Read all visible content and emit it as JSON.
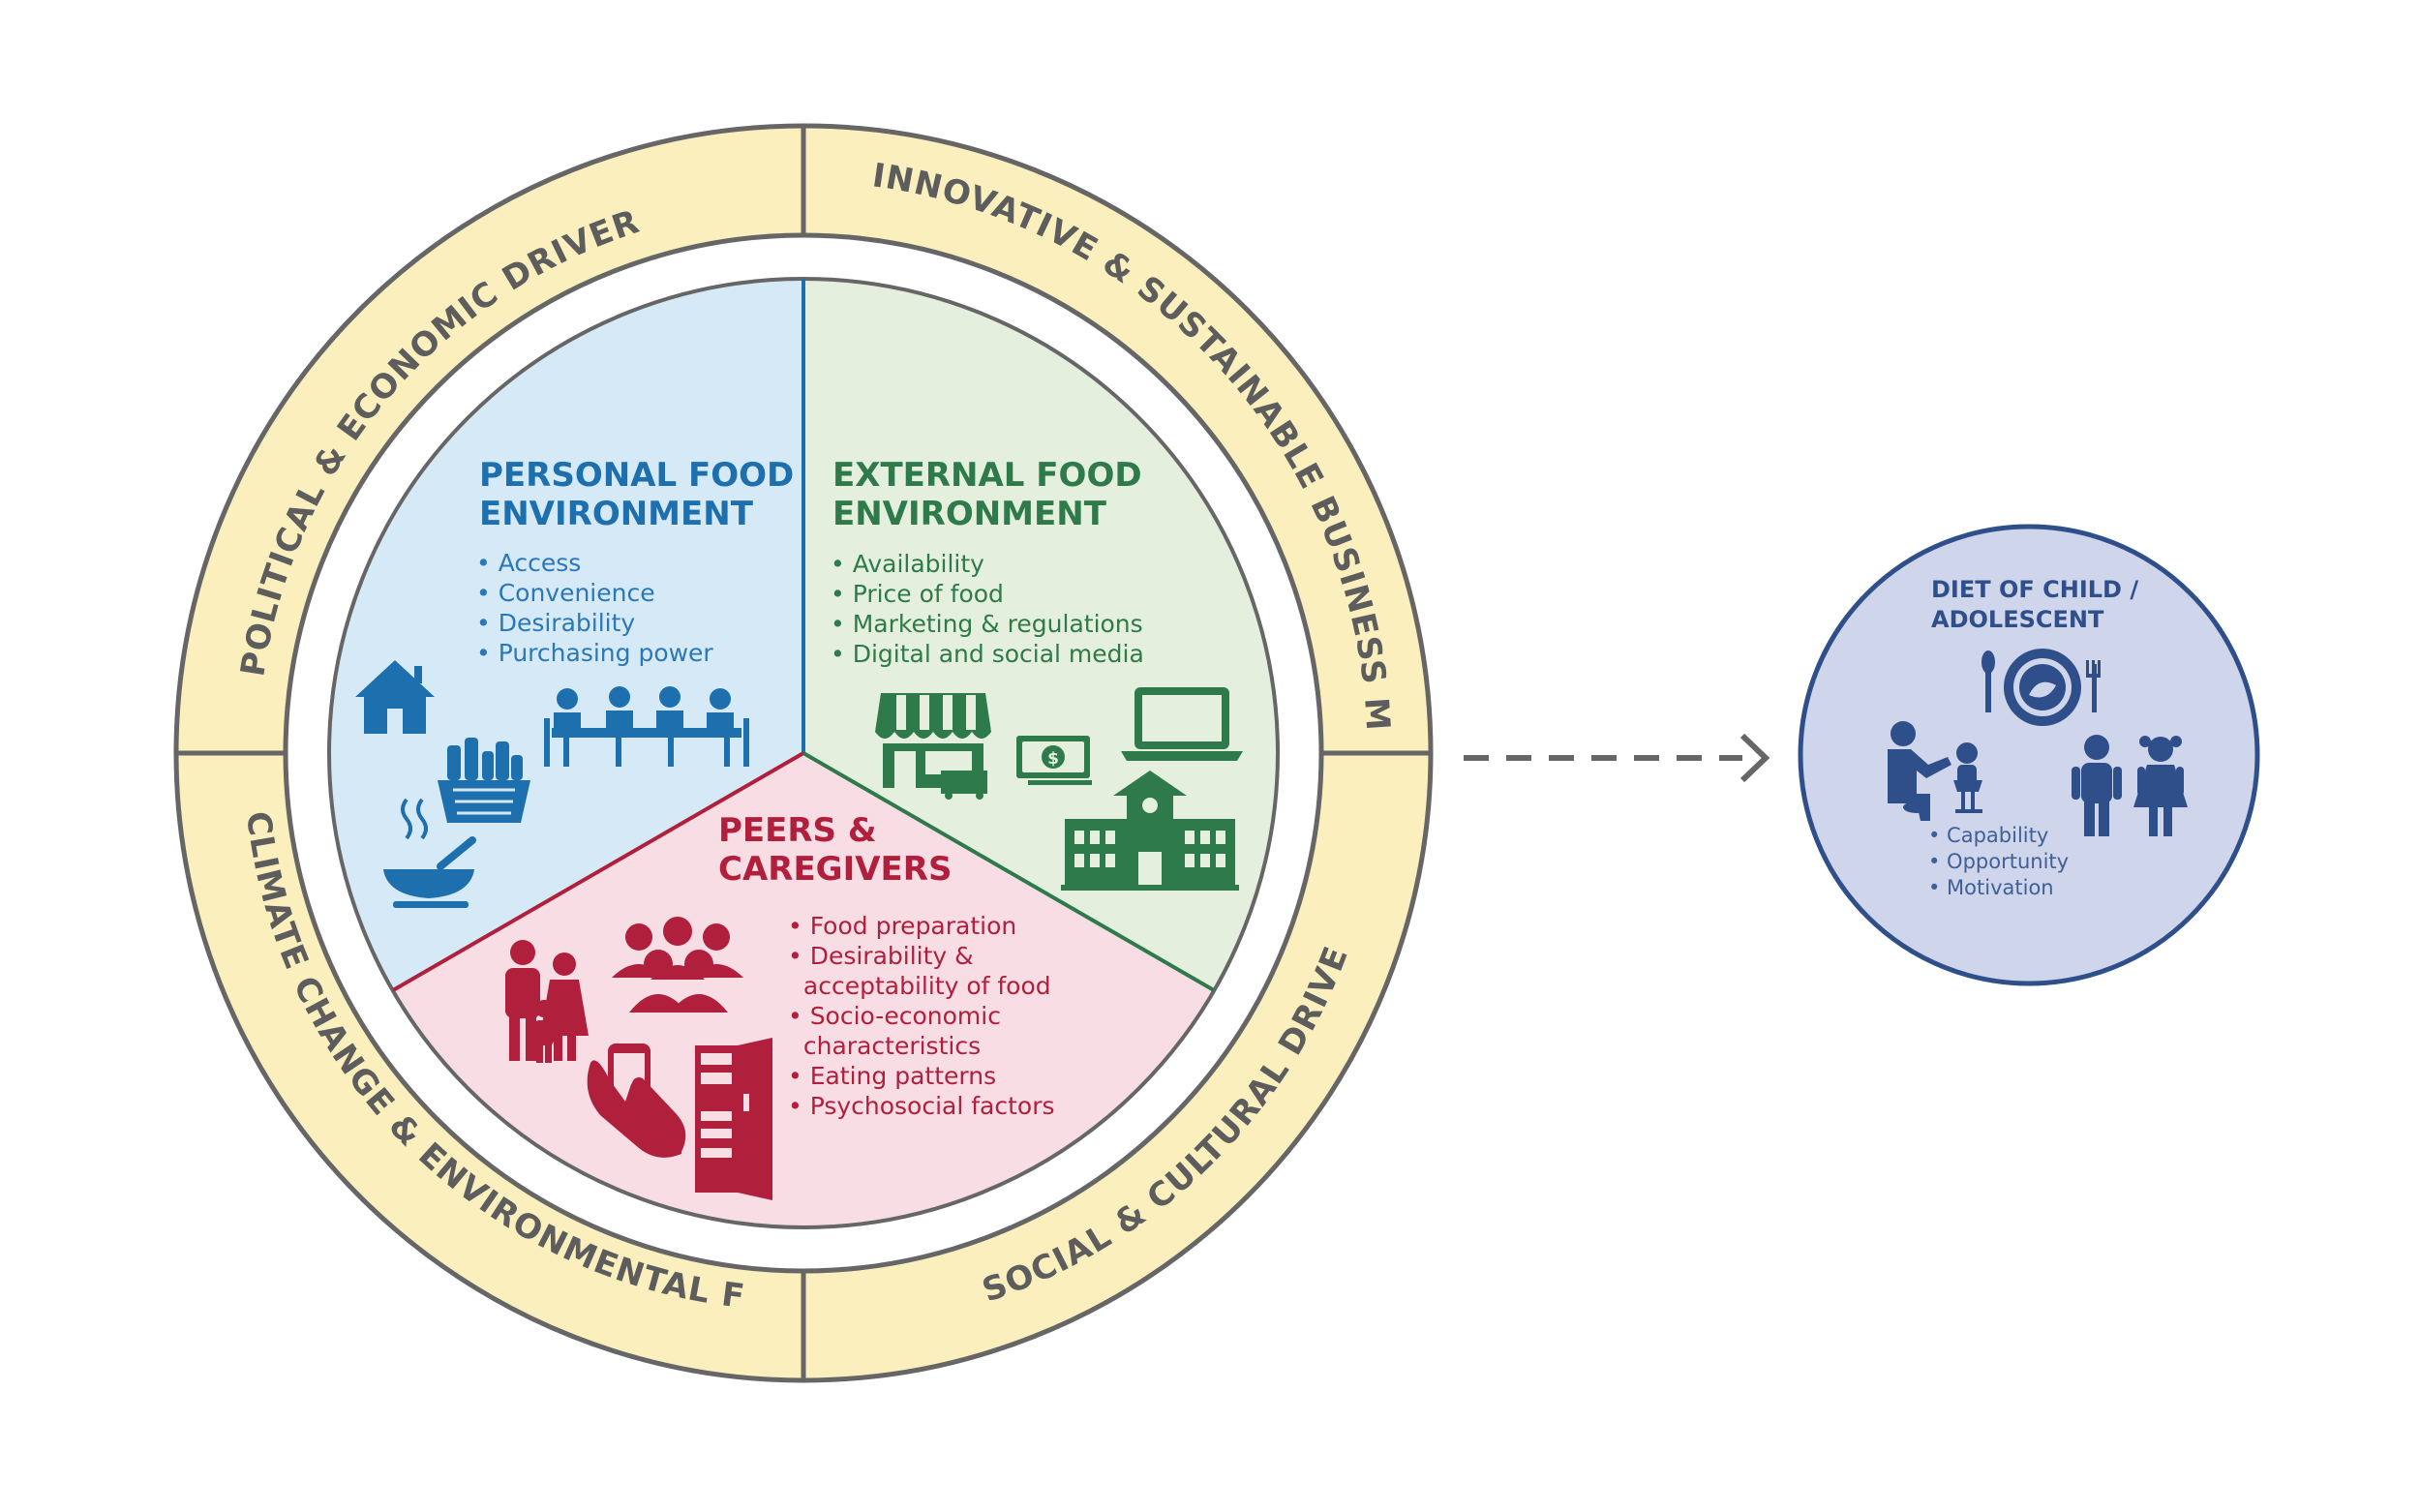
{
  "colors": {
    "ring_fill": "#fbefbd",
    "ring_stroke": "#666666",
    "personal_fill": "#d6e9f6",
    "external_fill": "#e5efdd",
    "peers_fill": "#f9dde5",
    "personal_accent": "#1d6fae",
    "external_accent": "#2e7a4a",
    "peers_accent": "#b01f3c",
    "diet_fill": "#cfd5ea",
    "diet_stroke": "#2f4f8a",
    "arrow": "#666666"
  },
  "outer_ring": {
    "political": "POLITICAL & ECONOMIC DRIVERS",
    "innovative": "INNOVATIVE & SUSTAINABLE BUSINESS MODELS",
    "climate": "CLIMATE CHANGE & ENVIRONMENTAL FACTORS",
    "social": "SOCIAL & CULTURAL DRIVERS"
  },
  "personal": {
    "title_line1": "PERSONAL FOOD",
    "title_line2": "ENVIRONMENT",
    "items": [
      "• Access",
      "• Convenience",
      "• Desirability",
      "• Purchasing power"
    ],
    "icons": [
      "house-icon",
      "grocery-basket-icon",
      "cooking-pot-icon",
      "family-dinner-table-icon"
    ]
  },
  "external": {
    "title_line1": "EXTERNAL FOOD",
    "title_line2": "ENVIRONMENT",
    "items": [
      "• Availability",
      "• Price of food",
      "• Marketing & regulations",
      "• Digital and social media"
    ],
    "icons": [
      "storefront-icon",
      "money-icon",
      "laptop-icon",
      "school-building-icon"
    ]
  },
  "peers": {
    "title_line1": "PEERS &",
    "title_line2": "CAREGIVERS",
    "items": [
      "• Food preparation",
      "• Desirability &",
      "  acceptability of food",
      "• Socio-economic",
      "  characteristics",
      "• Eating patterns",
      "• Psychosocial factors"
    ],
    "icons": [
      "family-icon",
      "peer-group-icon",
      "smartphone-icon",
      "refrigerator-icon"
    ]
  },
  "diet": {
    "title_line1": "DIET OF CHILD /",
    "title_line2": "ADOLESCENT",
    "items": [
      "• Capability",
      "• Opportunity",
      "• Motivation"
    ],
    "icons": [
      "plate-cutlery-icon",
      "caregiver-feeding-child-icon",
      "children-icon"
    ]
  }
}
